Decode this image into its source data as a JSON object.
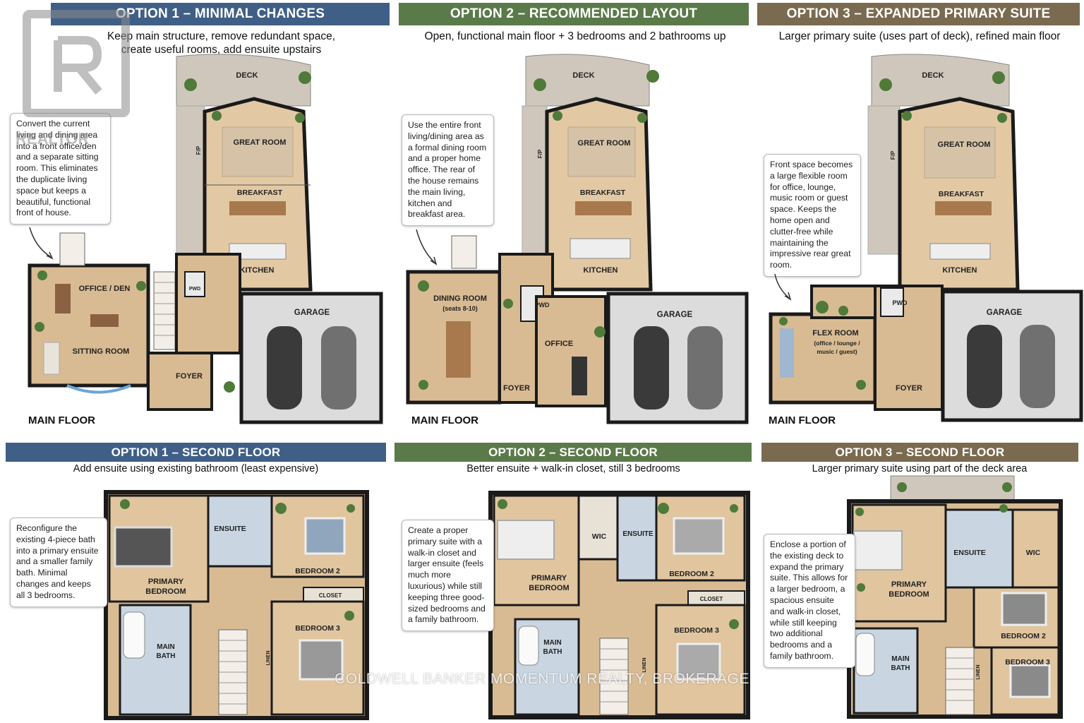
{
  "colors": {
    "option1": "#3f5f86",
    "option2": "#5b7a4a",
    "option3": "#7a6a4f",
    "wall": "#1a1a1a",
    "wood": "#d9bb93",
    "garage": "#dcdcdc",
    "deck": "#cfc7bc",
    "tile": "#c9d6e2"
  },
  "top": {
    "opt1": {
      "title": "OPTION 1 – MINIMAL CHANGES",
      "subtitle_line1": "Keep main structure, remove redundant space,",
      "subtitle_line2": "create useful rooms, add ensuite upstairs",
      "note": "Convert the current living and dining area into a front office/den and a separate sitting room. This eliminates the duplicate living space but keeps a beautiful, functional front of house.",
      "floor_label": "MAIN FLOOR",
      "rooms": {
        "deck": "DECK",
        "great": "GREAT ROOM",
        "breakfast": "BREAKFAST",
        "kitchen": "KITCHEN",
        "office": "OFFICE / DEN",
        "sitting": "SITTING ROOM",
        "foyer": "FOYER",
        "garage": "GARAGE",
        "pwd": "PWD",
        "fp": "F/P"
      }
    },
    "opt2": {
      "title": "OPTION 2 – RECOMMENDED LAYOUT",
      "subtitle": "Open, functional main floor + 3 bedrooms and 2 bathrooms up",
      "note": "Use the entire front living/dining area as a formal dining room and a proper home office. The rear of the house remains the main living, kitchen and breakfast area.",
      "floor_label": "MAIN FLOOR",
      "rooms": {
        "deck": "DECK",
        "great": "GREAT ROOM",
        "breakfast": "BREAKFAST",
        "kitchen": "KITCHEN",
        "dining": "DINING ROOM",
        "dining_sub": "(seats 8-10)",
        "office": "OFFICE",
        "foyer": "FOYER",
        "garage": "GARAGE",
        "pwd": "PWD",
        "fp": "F/P"
      }
    },
    "opt3": {
      "title": "OPTION 3 – EXPANDED PRIMARY SUITE",
      "subtitle": "Larger primary suite (uses part of deck), refined main floor",
      "note": "Front space becomes a large flexible room for office, lounge, music room or guest space. Keeps the home open and clutter-free while maintaining the impressive rear great room.",
      "floor_label": "MAIN FLOOR",
      "rooms": {
        "deck": "DECK",
        "great": "GREAT ROOM",
        "breakfast": "BREAKFAST",
        "kitchen": "KITCHEN",
        "flex": "FLEX ROOM",
        "flex_sub1": "(office / lounge /",
        "flex_sub2": "music / guest)",
        "foyer": "FOYER",
        "garage": "GARAGE",
        "pwd": "PWD",
        "fp": "F/P"
      }
    }
  },
  "bottom": {
    "opt1": {
      "title": "OPTION 1 – SECOND FLOOR",
      "subtitle": "Add ensuite using existing bathroom (least expensive)",
      "note": "Reconfigure the existing 4-piece bath into a primary ensuite and a smaller family bath. Minimal changes and keeps all 3 bedrooms.",
      "rooms": {
        "primary1": "PRIMARY",
        "primary2": "BEDROOM",
        "ensuite": "ENSUITE",
        "bed2": "BEDROOM 2",
        "closet": "CLOSET",
        "bed3": "BEDROOM 3",
        "bath1": "MAIN",
        "bath2": "BATH",
        "linen": "LINEN"
      }
    },
    "opt2": {
      "title": "OPTION 2 – SECOND FLOOR",
      "subtitle": "Better ensuite + walk-in closet, still 3 bedrooms",
      "note": "Create a proper primary suite with a walk-in closet and larger ensuite (feels much more luxurious) while still keeping three good-sized bedrooms and a family bathroom.",
      "rooms": {
        "primary1": "PRIMARY",
        "primary2": "BEDROOM",
        "wic": "WIC",
        "ensuite": "ENSUITE",
        "bed2": "BEDROOM 2",
        "closet": "CLOSET",
        "bed3": "BEDROOM 3",
        "bath1": "MAIN",
        "bath2": "BATH",
        "linen": "LINEN"
      }
    },
    "opt3": {
      "title": "OPTION 3 – SECOND FLOOR",
      "subtitle": "Larger primary suite using part of the deck area",
      "note": "Enclose a portion of the existing deck to expand the primary suite. This allows for a larger bedroom, a spacious ensuite and walk-in closet, while still keeping two additional bedrooms and a family bathroom.",
      "rooms": {
        "primary1": "PRIMARY",
        "primary2": "BEDROOM",
        "ensuite": "ENSUITE",
        "wic": "WIC",
        "bed2": "BEDROOM 2",
        "bed3": "BEDROOM 3",
        "bath1": "MAIN",
        "bath2": "BATH",
        "linen": "LINEN"
      }
    }
  },
  "watermark": "COLDWELL BANKER MOMENTUM REALTY, BROKERAGE",
  "logo_text": "REALTOR"
}
